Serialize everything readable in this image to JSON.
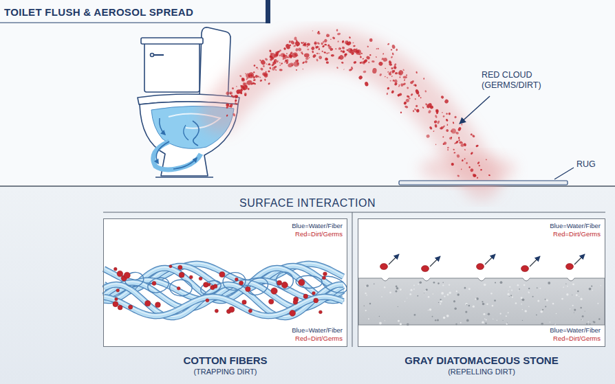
{
  "diagram": {
    "title": "TOILET FLUSH & AEROSOL SPREAD",
    "nodes": [
      {
        "text": [
          "Blue=Water/Fiber",
          "Red=Dirt/Germs",
          "Blue=Water/Fiber",
          "Red=Dirt/Germs",
          "COTTON FIBERS",
          "(TRAPPING DIRT)"
        ]
      },
      {
        "text": [
          "Blue=Water/Fiber",
          "Red=Dirt/Germs",
          "Blue=Water/Fiber",
          "Red=Dirt/Germs",
          "GRAY DIATOMACEOUS STONE",
          "(REPELLING DIRT)"
        ]
      }
    ],
    "labels": [
      "RED CLOUD (GERMS/DIRT)",
      "RUG",
      "SURFACE INTERACTION"
    ]
  }
}
